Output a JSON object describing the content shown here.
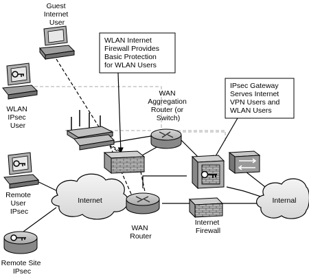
{
  "labels": {
    "guest_user": [
      "Guest",
      "Internet",
      "User"
    ],
    "wlan_user": [
      "WLAN",
      "IPsec",
      "User"
    ],
    "remote_user": [
      "Remote",
      "User",
      "IPsec"
    ],
    "remote_site": [
      "Remote Site",
      "IPsec"
    ],
    "internet": "Internet",
    "internal": "Internal",
    "wan_router": [
      "WAN",
      "Router"
    ],
    "internet_firewall": [
      "Internet",
      "Firewall"
    ],
    "wan_aggregation": [
      "WAN",
      "Aggregation",
      "Router (or",
      "Switch)"
    ]
  },
  "callouts": {
    "wlan_firewall": [
      "WLAN Internet",
      "Firewall Provides",
      "Basic Protection",
      "for WLAN Users"
    ],
    "ipsec_gateway": [
      "IPsec Gateway",
      "Serves Internet",
      "VPN Users and",
      "WLAN Users"
    ]
  },
  "colors": {
    "device_gray": "#9a9a9a",
    "device_light": "#d0d0d0",
    "device_dark": "#555555",
    "line": "#000000",
    "dashed_gray": "#a8a8a8"
  }
}
